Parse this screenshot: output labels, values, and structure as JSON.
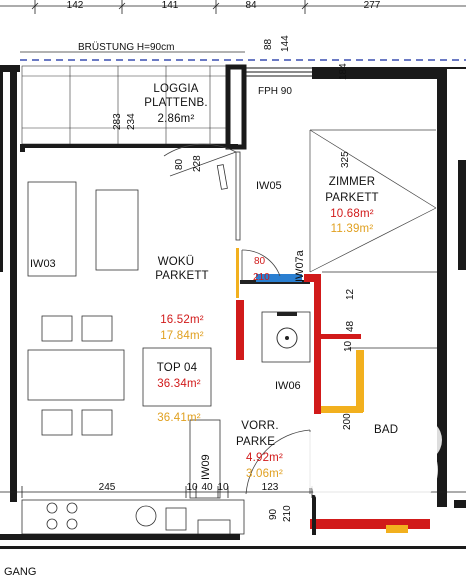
{
  "top_dims": [
    "142",
    "141",
    "84",
    "277"
  ],
  "brustung": "BRÜSTUNG H=90cm",
  "dim_88": "88",
  "dim_144": "144",
  "dim_184": "184",
  "loggia": {
    "name1": "LOGGIA",
    "name2": "PLATTENB.",
    "area": "2.86m²",
    "dim_283": "283",
    "dim_234": "234"
  },
  "fph": "FPH 90",
  "door_80_228": {
    "w": "80",
    "h": "228"
  },
  "iw05": "IW05",
  "zimmer": {
    "name1": "ZIMMER",
    "name2": "PARKETT",
    "area_red": "10.68m²",
    "area_orange": "11.39m²",
    "dim_325": "325"
  },
  "door_80_210": {
    "w": "80",
    "h": "210"
  },
  "iw07a": "IW07a",
  "iw03": "IW03",
  "woku": {
    "name1": "WOKÜ",
    "name2": "PARKETT",
    "area_red": "16.52m²",
    "area_orange": "17.84m²"
  },
  "top": {
    "name": "TOP 04",
    "area_red": "36.34m²",
    "area_orange": "36.41m²"
  },
  "dim_12": "12",
  "dim_10": "10",
  "dim_48": "48",
  "iw06": "IW06",
  "dim_200": "200",
  "bad": "BAD",
  "vorr": {
    "name1": "VORR.",
    "name2": "PARKE",
    "area_red": "4.92m²",
    "area_orange": "3.06m²"
  },
  "iw09": "IW09",
  "bottom_dims": [
    "245",
    "10",
    "40",
    "10",
    "123"
  ],
  "dim_90": "90",
  "dim_210b": "210",
  "gang": "GANG",
  "colors": {
    "wall": "#1a1a1a",
    "red": "#d11a1a",
    "orange": "#f2b01e",
    "blue": "#2a7fd1",
    "dashed_blue": "#3a4fb0"
  }
}
